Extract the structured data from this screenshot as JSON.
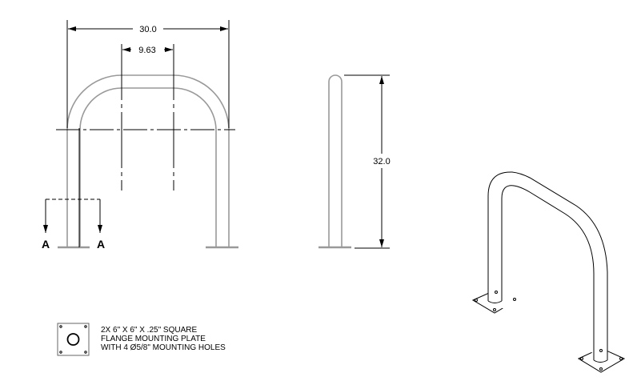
{
  "dimensions": {
    "overall_width": "30.0",
    "inner_spacing": "9.63",
    "overall_height": "32.0"
  },
  "section": {
    "label_left": "A",
    "label_right": "A"
  },
  "note": {
    "lines": [
      "2X 6\" X 6\" X .25\" SQUARE",
      "FLANGE MOUNTING PLATE",
      "WITH 4 Ø5/8\" MOUNTING HOLES"
    ]
  },
  "colors": {
    "tube": "#999999",
    "lines": "#000000"
  }
}
